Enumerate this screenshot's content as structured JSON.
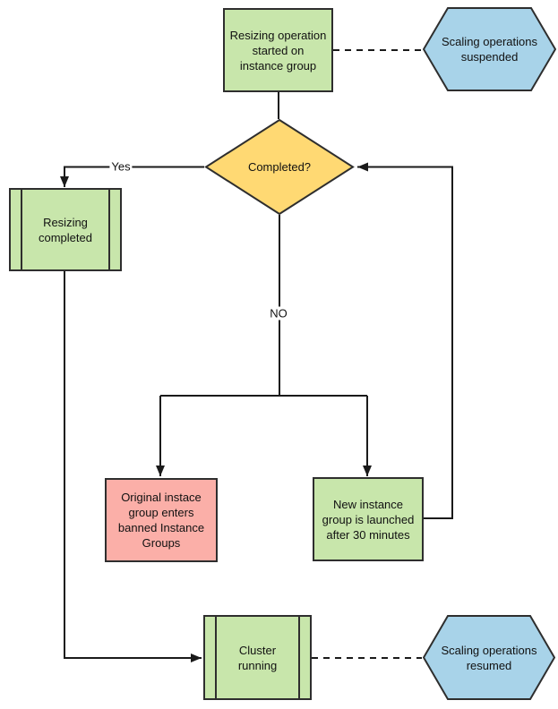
{
  "diagram": {
    "type": "flowchart",
    "colors": {
      "green": "#c8e6ab",
      "blue": "#a8d3e9",
      "yellow": "#ffd973",
      "red": "#fbafa8",
      "border": "#2e2e2e",
      "line": "#1a1a1a",
      "text": "#111111"
    },
    "nodes": {
      "resizing_started": {
        "shape": "process",
        "color": "green",
        "text": "Resizing operation\nstarted on\ninstance group"
      },
      "scaling_suspended": {
        "shape": "hexagon",
        "color": "blue",
        "text": "Scaling operations\nsuspended"
      },
      "completed": {
        "shape": "decision",
        "color": "yellow",
        "text": "Completed?"
      },
      "resizing_completed": {
        "shape": "predefined-process",
        "color": "green",
        "text": "Resizing\ncompleted"
      },
      "banned_groups": {
        "shape": "process",
        "color": "red",
        "text": "Original instace\ngroup enters\nbanned Instance\nGroups"
      },
      "new_group": {
        "shape": "process",
        "color": "green",
        "text": "New instance\ngroup is launched\nafter 30 minutes"
      },
      "cluster_running": {
        "shape": "predefined-process",
        "color": "green",
        "text": "Cluster\nrunning"
      },
      "scaling_resumed": {
        "shape": "hexagon",
        "color": "blue",
        "text": "Scaling operations\nresumed"
      }
    },
    "labels": {
      "yes": "Yes",
      "no": "NO"
    },
    "edges": [
      {
        "from": "resizing_started",
        "to": "completed",
        "style": "solid",
        "label": ""
      },
      {
        "from": "resizing_started",
        "to": "scaling_suspended",
        "style": "dashed",
        "label": ""
      },
      {
        "from": "completed",
        "to": "resizing_completed",
        "style": "solid",
        "label": "Yes"
      },
      {
        "from": "completed",
        "to": "banned_groups",
        "style": "solid",
        "label": "NO"
      },
      {
        "from": "completed",
        "to": "new_group",
        "style": "solid",
        "label": "NO"
      },
      {
        "from": "new_group",
        "to": "completed",
        "style": "solid",
        "label": ""
      },
      {
        "from": "resizing_completed",
        "to": "cluster_running",
        "style": "solid",
        "label": ""
      },
      {
        "from": "cluster_running",
        "to": "scaling_resumed",
        "style": "dashed",
        "label": ""
      }
    ]
  }
}
